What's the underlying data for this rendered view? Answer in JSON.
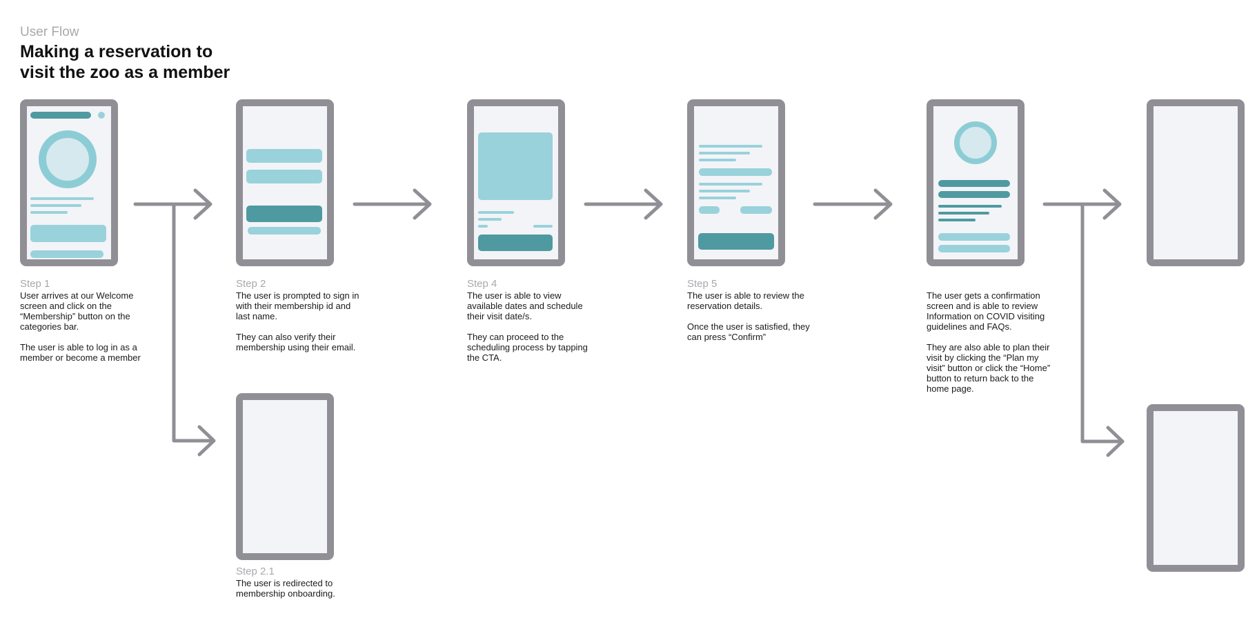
{
  "header": {
    "kicker": "User Flow",
    "title_line1": "Making a reservation to",
    "title_line2": "visit the zoo as a member"
  },
  "steps": {
    "step1": {
      "label": "Step 1",
      "para1": "User arrives at our Welcome screen and click on the “Membership” button on the categories bar.",
      "para2": "The user is able to log in  as a member or become a member"
    },
    "step2": {
      "label": "Step 2",
      "para1": "The user is prompted to sign in with their membership id and last name.",
      "para2": "They can also verify their membership using their email."
    },
    "step21": {
      "label": "Step 2.1",
      "para1": "The user is redirected to membership onboarding."
    },
    "step4": {
      "label": "Step 4",
      "para1": "The user is able to view available dates and schedule their visit date/s.",
      "para2": "They can proceed to the scheduling process by tapping the CTA."
    },
    "step5": {
      "label": "Step 5",
      "para1": "The user is able to review the reservation details.",
      "para2": "Once the user is satisfied, they can press “Confirm”"
    },
    "step6": {
      "para1": "The user gets a confirmation screen and is able to review Information on COVID visiting guidelines and FAQs.",
      "para2": "They are also able to plan their visit by clicking the “Plan my visit” button or click the “Home” button to return back to the home page."
    }
  },
  "colors": {
    "frame": "#908f95",
    "screen": "#f3f4f8",
    "accent_dark": "#4f9aa0",
    "accent_light": "#99d2db",
    "arrow": "#908f95"
  },
  "icons": {
    "arrow": "right-arrow-icon"
  }
}
